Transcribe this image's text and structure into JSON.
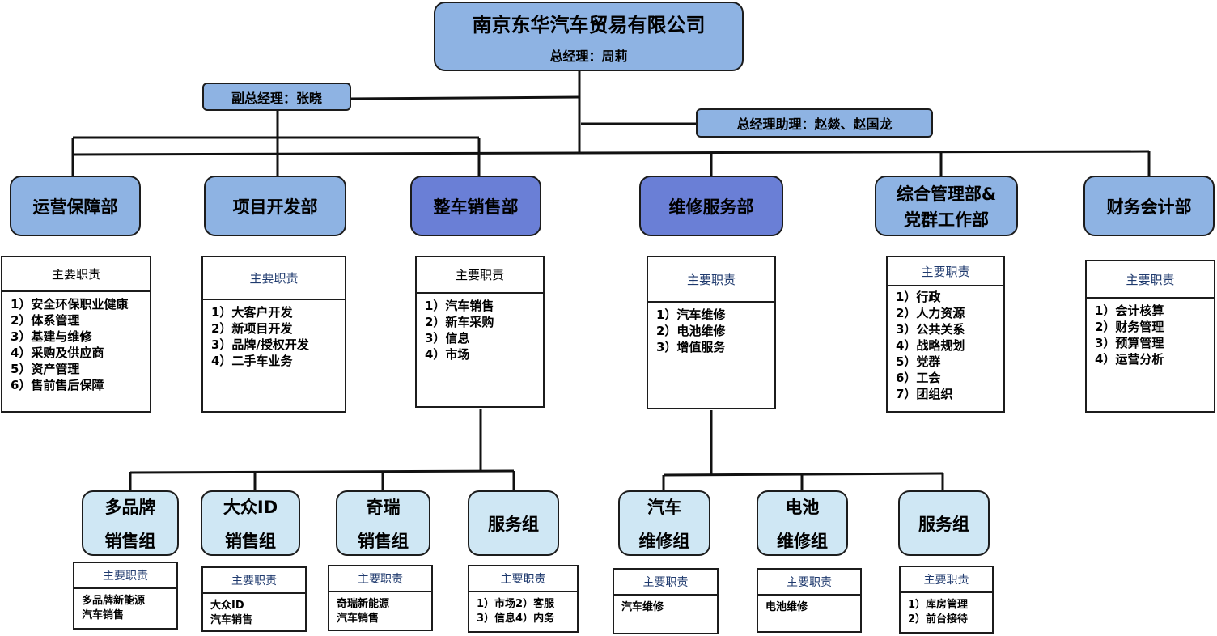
{
  "company": {
    "name": "南京东华汽车贸易有限公司",
    "gm": "总经理：周莉"
  },
  "deputy_gm": "副总经理：张晓",
  "gm_assistant": "总经理助理：赵燚、赵国龙",
  "duty_header": "主要职责",
  "departments": [
    {
      "name": "运营保障部",
      "duties": [
        "1）安全环保职业健康",
        "2）体系管理",
        "3）基建与维修",
        "4）采购及供应商",
        "5）资产管理",
        "6）售前售后保障"
      ]
    },
    {
      "name": "项目开发部",
      "duties": [
        "1）大客户开发",
        "2）新项目开发",
        "3）品牌/授权开发",
        "4）二手车业务"
      ]
    },
    {
      "name": "整车销售部",
      "duties": [
        "1）汽车销售",
        "2）新车采购",
        "3）信息",
        "4）市场"
      ]
    },
    {
      "name": "维修服务部",
      "duties": [
        "1）汽车维修",
        "2）电池维修",
        "3）增值服务"
      ]
    },
    {
      "name_line1": "综合管理部&",
      "name_line2": "党群工作部",
      "duties": [
        "1）行政",
        "2）人力资源",
        "3）公共关系",
        "4）战略规划",
        "5）党群",
        "6）工会",
        "7）团组织"
      ]
    },
    {
      "name": "财务会计部",
      "duties": [
        "1）会计核算",
        "2）财务管理",
        "3）预算管理",
        "4）运营分析"
      ]
    }
  ],
  "sales_groups": [
    {
      "line1": "多品牌",
      "line2": "销售组",
      "duties": [
        "多品牌新能源",
        "汽车销售"
      ]
    },
    {
      "line1": "大众ID",
      "line2": "销售组",
      "duties": [
        "大众ID",
        "汽车销售"
      ]
    },
    {
      "line1": "奇瑞",
      "line2": "销售组",
      "duties": [
        "奇瑞新能源",
        "汽车销售"
      ]
    },
    {
      "line1": "服务组",
      "duties": [
        "1）市场2）客服",
        "3）信息4）内务"
      ]
    }
  ],
  "service_groups": [
    {
      "line1": "汽车",
      "line2": "维修组",
      "duties": [
        "汽车维修"
      ]
    },
    {
      "line1": "电池",
      "line2": "维修组",
      "duties": [
        "电池维修"
      ]
    },
    {
      "line1": "服务组",
      "duties": [
        "1）库房管理",
        "2）前台接待"
      ]
    }
  ]
}
